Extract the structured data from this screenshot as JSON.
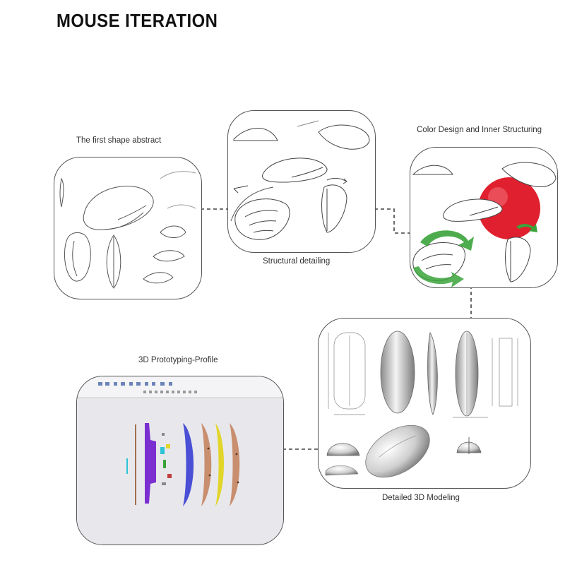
{
  "title": "MOUSE  ITERATION",
  "stages": {
    "first_shape": "The first shape abstract",
    "structural": "Structural detailing",
    "color_design": "Color Design and Inner Structuring",
    "detailed_3d": "Detailed 3D Modeling",
    "prototyping": "3D Prototyping-Profile"
  },
  "colors": {
    "line": "#555555",
    "sketch": "#444444",
    "red_accent": "#e0202e",
    "green_accent": "#3aa33a",
    "purple_part": "#7b2fd1",
    "blue_part": "#4a4fd6",
    "wood_part": "#c88e6e",
    "yellow_part": "#e2d52a"
  }
}
